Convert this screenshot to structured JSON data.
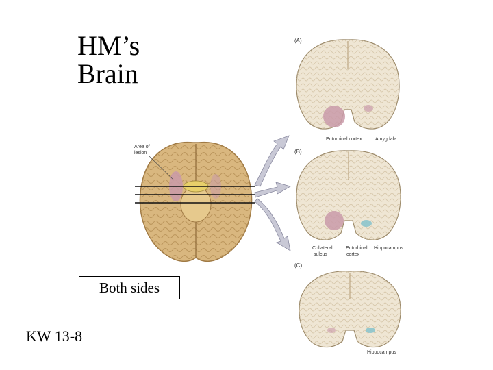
{
  "slide": {
    "title_line1": "HM’s",
    "title_line2": "Brain",
    "note_box": "Both sides",
    "reference": "KW 13-8"
  },
  "figure": {
    "lesion_label_line1": "Area of",
    "lesion_label_line2": "lesion",
    "panels": [
      {
        "letter": "(A)",
        "labels": [
          "Entorhinal cortex",
          "Amygdala"
        ]
      },
      {
        "letter": "(B)",
        "labels": [
          "Collateral",
          "sulcus",
          "Entorhinal",
          "cortex",
          "Hippocampus"
        ]
      },
      {
        "letter": "(C)",
        "labels": [
          "Hippocampus"
        ]
      }
    ],
    "colors": {
      "brain_tan": "#d9b77f",
      "slice_cream": "#efe6d4",
      "lesion_pink": "#c99aa9",
      "hippocampus_blue": "#8cc4cc",
      "arrow_gray": "#c9c9d6"
    }
  }
}
